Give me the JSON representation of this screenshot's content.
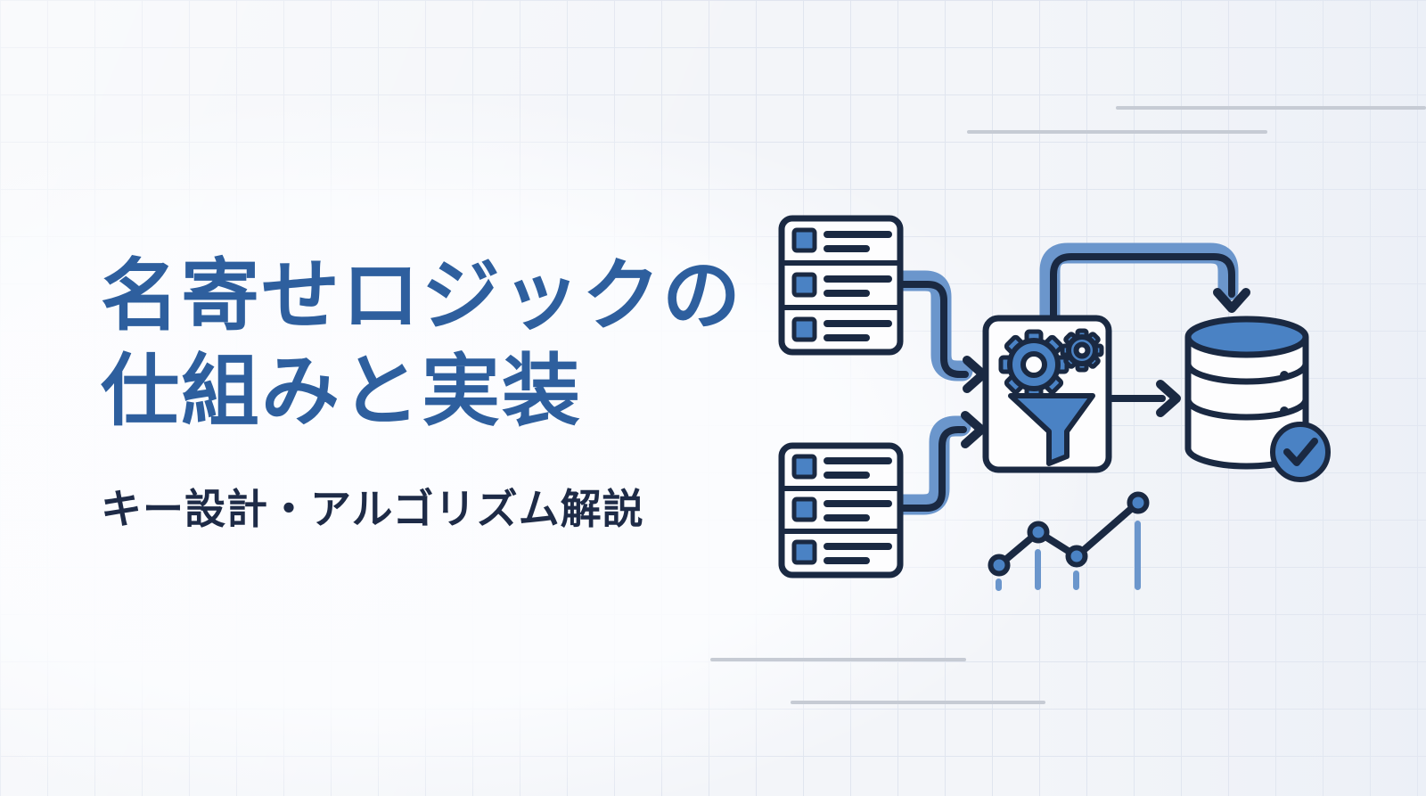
{
  "banner": {
    "title_line1": "名寄せロジックの",
    "title_line2": "仕組みと実装",
    "subtitle": "キー設計・アルゴリズム解説"
  },
  "colors": {
    "navy": "#1a2942",
    "blue": "#4a82c4",
    "band-blue": "#6b96cc",
    "title-blue": "#2e5f9e",
    "subtitle-navy": "#1e2b47",
    "accent-line-gray": "#c6cbd4",
    "bg": "#f3f5f9",
    "grid-line": "#e0e5ef",
    "panel-white": "#fdfdfe"
  },
  "illustration": {
    "components": [
      "data-source-list-icon-top",
      "data-source-list-icon-bottom",
      "arrow-top-source-to-processor",
      "arrow-bottom-source-to-processor",
      "processing-box-with-gears-and-funnel",
      "arrow-processor-over-top-to-database",
      "arrow-processor-to-database",
      "database-cylinder-icon",
      "check-circle-icon",
      "mini-line-chart-icon"
    ],
    "mini_chart": {
      "type": "line",
      "points_relative_height": [
        1,
        2.3,
        1.4,
        3.5
      ],
      "drop_bar_relative_height": [
        0.5,
        1.6,
        0.8,
        2.7
      ]
    }
  }
}
